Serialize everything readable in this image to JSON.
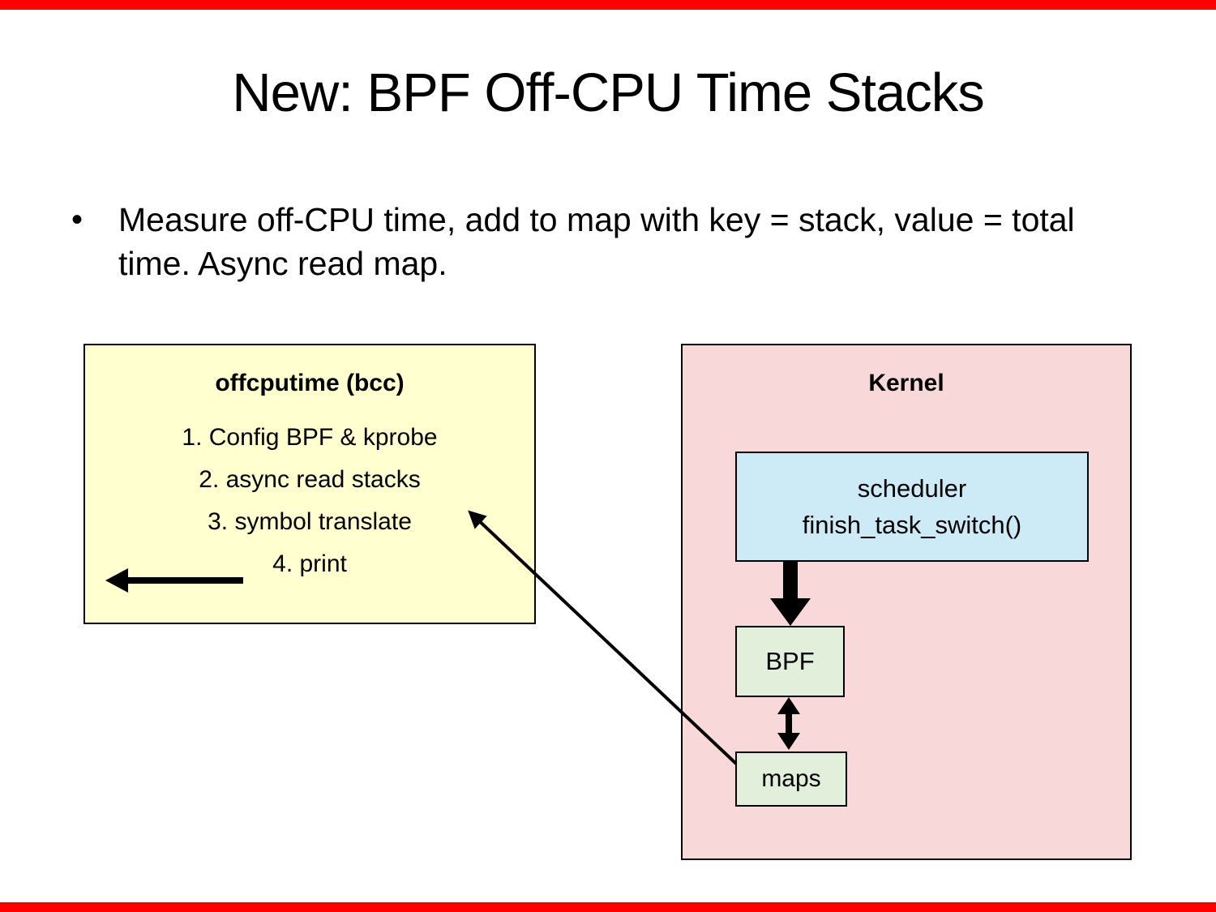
{
  "slide": {
    "title": "New: BPF Off-CPU Time Stacks",
    "bullet_marker": "•",
    "bullet": "Measure off-CPU time, add to map with key = stack, value = total time. Async read map."
  },
  "offcputime_box": {
    "title": "offcputime (bcc)",
    "steps": [
      "1. Config BPF & kprobe",
      "2. async read stacks",
      "3. symbol translate",
      "4. print"
    ]
  },
  "kernel_box": {
    "title": "Kernel",
    "scheduler_line1": "scheduler",
    "scheduler_line2": "finish_task_switch()",
    "bpf_label": "BPF",
    "maps_label": "maps"
  },
  "arrows": [
    {
      "name": "print-output-arrow",
      "description": "thick arrow pointing left out of step 4. print"
    },
    {
      "name": "scheduler-to-bpf-arrow",
      "description": "thick arrow from scheduler down to BPF"
    },
    {
      "name": "bpf-maps-double-arrow",
      "description": "double-headed arrow between BPF and maps"
    },
    {
      "name": "maps-to-async-read-arrow",
      "description": "long arrow from maps to 2. async read stacks"
    }
  ],
  "colors": {
    "red_bar": "#ff0000",
    "yellow_fill": "#ffffd0",
    "pink_fill": "#f8d8d8",
    "blue_fill": "#cdeaf7",
    "green_fill": "#e2efda",
    "box_border": "#000000",
    "ink": "#000000"
  }
}
